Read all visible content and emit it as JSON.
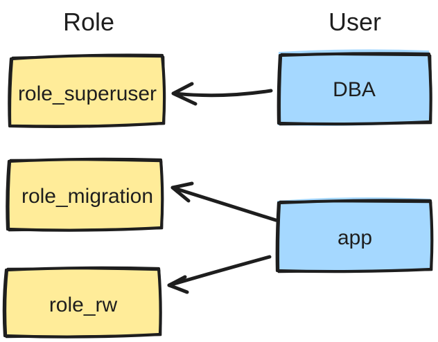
{
  "diagram": {
    "titles": {
      "left": "Role",
      "right": "User"
    },
    "colors": {
      "background": "#ffffff",
      "text": "#1e1e1e",
      "stroke": "#1e1e1e",
      "role_box_fill": "#ffec99",
      "user_box_fill": "#a5d8ff"
    },
    "nodes": [
      {
        "id": "role_superuser",
        "label": "role_superuser",
        "type": "role"
      },
      {
        "id": "role_migration",
        "label": "role_migration",
        "type": "role"
      },
      {
        "id": "role_rw",
        "label": "role_rw",
        "type": "role"
      },
      {
        "id": "DBA",
        "label": "DBA",
        "type": "user"
      },
      {
        "id": "app",
        "label": "app",
        "type": "user"
      }
    ],
    "edges": [
      {
        "from": "DBA",
        "to": "role_superuser"
      },
      {
        "from": "app",
        "to": "role_migration"
      },
      {
        "from": "app",
        "to": "role_rw"
      }
    ]
  }
}
